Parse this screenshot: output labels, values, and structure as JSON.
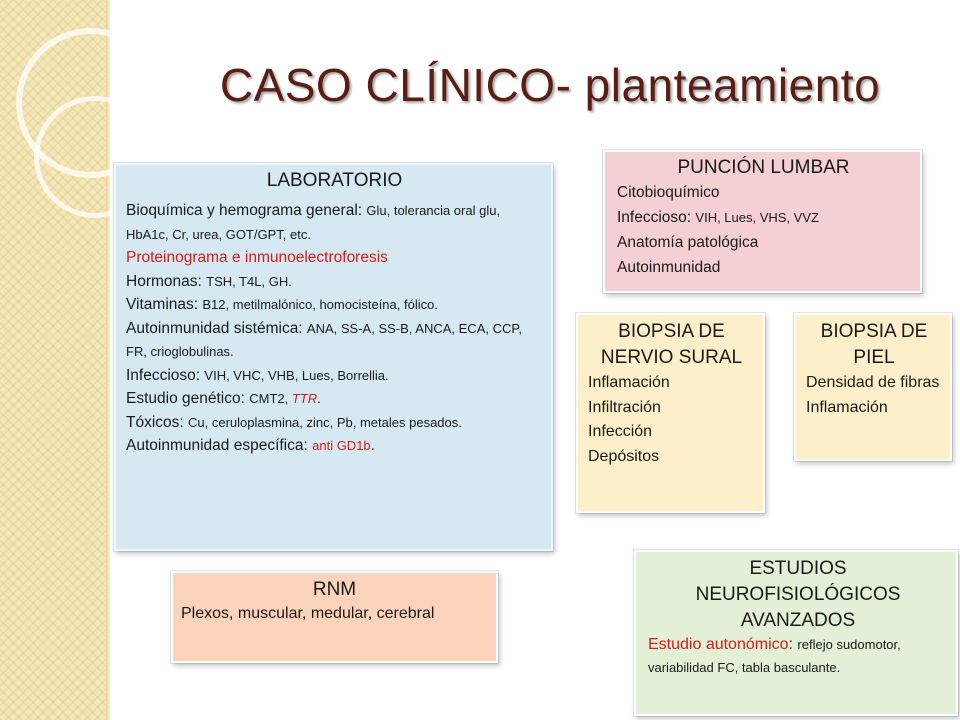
{
  "title": "CASO CLÍNICO- planteamiento",
  "laboratorio": {
    "heading": "LABORATORIO",
    "l1a": "Bioquímica y hemograma general: ",
    "l1b": "Glu, tolerancia oral glu, HbA1c, Cr, urea, GOT/GPT, etc.",
    "l2": "Proteinograma e inmunoelectroforesis",
    "l3a": "Hormonas: ",
    "l3b": "TSH, T4L, GH.",
    "l4a": "Vitaminas: ",
    "l4b": "B12, metilmalónico, homocisteína, fólico.",
    "l5a": "Autoinmunidad sistémica: ",
    "l5b": "ANA, SS-A, SS-B, ANCA, ECA, CCP, FR, crioglobulinas.",
    "l6a": "Infeccioso: ",
    "l6b": "VIH, VHC, VHB, Lues, Borrellia.",
    "l7a": "Estudio genético: ",
    "l7b": "CMT2, ",
    "l7c": "TTR",
    "l7d": ".",
    "l8a": "Tóxicos: ",
    "l8b": "Cu, ceruloplasmina, zinc, Pb, metales pesados.",
    "l9a": "Autoinmunidad específica: ",
    "l9b": "anti GD1b",
    "l9c": "."
  },
  "puncion": {
    "heading": "PUNCIÓN LUMBAR",
    "l1": "Citobioquímico",
    "l2a": "Infeccioso: ",
    "l2b": "VIH, Lues, VHS, VVZ",
    "l3": "Anatomía patológica",
    "l4": "Autoinmunidad"
  },
  "sural": {
    "heading": "BIOPSIA DE NERVIO SURAL",
    "items": [
      "Inflamación",
      "Infiltración",
      "Infección",
      "Depósitos"
    ]
  },
  "piel": {
    "heading": "BIOPSIA DE PIEL",
    "items": [
      "Densidad de fibras",
      "Inflamación"
    ]
  },
  "rnm": {
    "heading": "RNM",
    "l1": "Plexos, muscular, medular, cerebral"
  },
  "neuro": {
    "heading": "ESTUDIOS NEUROFISIOLÓGICOS AVANZADOS",
    "l1a": "Estudio autonómico",
    "l1b": ": ",
    "l1c": "reflejo sudomotor, variabilidad FC, tabla basculante."
  },
  "colors": {
    "title": "#5a1e14",
    "laboratorio_bg": "#d6e9f3",
    "puncion_bg": "#f4cfd3",
    "biopsia_bg": "#fcefc9",
    "rnm_bg": "#fbd3bb",
    "neuro_bg": "#e3efd6",
    "highlight_red": "#d0201a"
  }
}
